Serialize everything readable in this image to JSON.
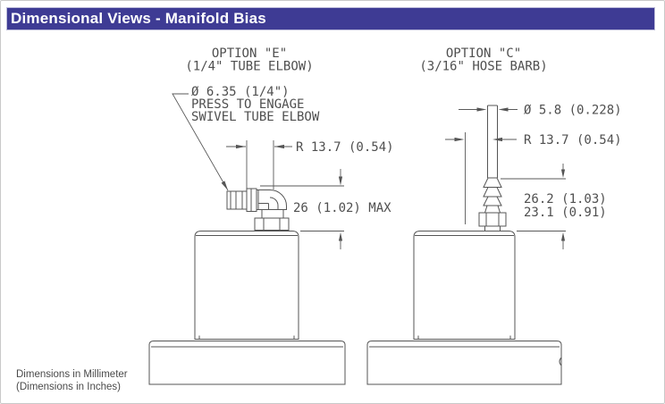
{
  "header": {
    "title": "Dimensional Views - Manifold Bias",
    "bg_color": "#3e3b94",
    "text_color": "#ffffff"
  },
  "drawings": {
    "option_e": {
      "title_line1": "OPTION \"E\"",
      "title_line2": "(1/4\" TUBE ELBOW)",
      "note_line1": "Ø 6.35 (1/4\")",
      "note_line2": "PRESS TO ENGAGE",
      "note_line3": "SWIVEL TUBE ELBOW",
      "dim_radius": "R 13.7 (0.54)",
      "dim_height": "26 (1.02) MAX"
    },
    "option_c": {
      "title_line1": "OPTION \"C\"",
      "title_line2": "(3/16\" HOSE BARB)",
      "dim_diameter": "Ø 5.8 (0.228)",
      "dim_radius": "R 13.7 (0.54)",
      "dim_height_line1": "26.2 (1.03)",
      "dim_height_line2": "23.1 (0.91)"
    }
  },
  "footer": {
    "line1": "Dimensions in Millimeter",
    "line2": "(Dimensions in Inches)"
  },
  "colors": {
    "line": "#555555",
    "drawing_text": "#4f4f4f"
  }
}
